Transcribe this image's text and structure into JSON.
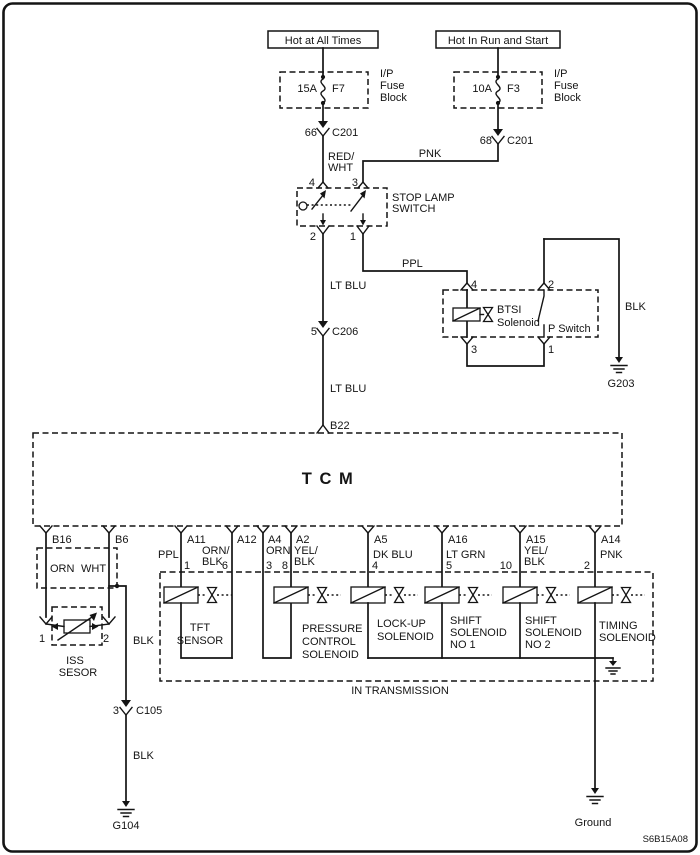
{
  "doc": {
    "code": "S6B15A08",
    "ink": "#141414",
    "bg": "#ffffff"
  },
  "feeds": {
    "left": {
      "source": "Hot at All Times",
      "fuse_rating": "15A",
      "fuse_name": "F7",
      "fuse_block": [
        "I/P",
        "Fuse",
        "Block"
      ],
      "conn_pin": "66",
      "conn_name": "C201",
      "wire_color": [
        "RED/",
        "WHT"
      ]
    },
    "right": {
      "source": "Hot In Run and Start",
      "fuse_rating": "10A",
      "fuse_name": "F3",
      "fuse_block": [
        "I/P",
        "Fuse",
        "Block"
      ],
      "conn_pin": "68",
      "conn_name": "C201",
      "wire_color": "PNK"
    }
  },
  "stop_lamp_switch": {
    "label": [
      "STOP LAMP",
      "SWITCH"
    ],
    "pin_top_left": "4",
    "pin_top_right": "3",
    "pin_bottom_left": "2",
    "pin_bottom_right": "1"
  },
  "brake_circuit": {
    "wire_ppl": "PPL",
    "lt_blu_upper": "LT BLU",
    "conn_pin": "5",
    "conn_name": "C206",
    "lt_blu_lower": "LT BLU",
    "tcm_pin_top": "B22"
  },
  "btsi": {
    "pin_top_left": "4",
    "pin_top_right": "2",
    "pin_bottom_left": "3",
    "pin_bottom_right": "1",
    "solenoid_label": [
      "BTSI",
      "Solenoid"
    ],
    "switch_label": "P Switch",
    "ground_wire": "BLK",
    "ground_name": "G203"
  },
  "tcm": {
    "label": "T C M",
    "pins": [
      "B16",
      "B6",
      "A11",
      "A12",
      "A4",
      "A2",
      "A5",
      "A16",
      "A15",
      "A14"
    ]
  },
  "iss": {
    "wire_left": "ORN",
    "wire_right": "WHT",
    "pin_left": "1",
    "pin_right": "2",
    "label": [
      "ISS",
      "SESOR"
    ],
    "ground_wire_upper": "BLK",
    "conn_pin": "3",
    "conn_name": "C105",
    "ground_wire_lower": "BLK",
    "ground_name": "G104"
  },
  "transmission": {
    "label": "IN TRANSMISSION",
    "ground_label": "Ground",
    "columns": [
      {
        "wire": [
          "PPL"
        ],
        "pin": "1"
      },
      {
        "wire": [
          "ORN/",
          "BLK"
        ],
        "pin": "6"
      },
      {
        "wire": [
          "ORN"
        ],
        "pin": "3"
      },
      {
        "wire": [
          "YEL/",
          "BLK"
        ],
        "pin": "8"
      },
      {
        "wire": [
          "DK BLU"
        ],
        "pin": "4"
      },
      {
        "wire": [
          "LT GRN"
        ],
        "pin": "5"
      },
      {
        "wire": [
          "YEL/",
          "BLK"
        ],
        "pin": "10"
      },
      {
        "wire": [
          "PNK"
        ],
        "pin": "2"
      }
    ],
    "devices": [
      {
        "name": [
          "TFT",
          "SENSOR"
        ]
      },
      {
        "name": [
          "PRESSURE",
          "CONTROL",
          "SOLENOID"
        ]
      },
      {
        "name": [
          "LOCK-UP",
          "SOLENOID"
        ]
      },
      {
        "name": [
          "SHIFT",
          "SOLENOID",
          "NO 1"
        ]
      },
      {
        "name": [
          "SHIFT",
          "SOLENOID",
          "NO 2"
        ]
      },
      {
        "name": [
          "TIMING",
          "SOLENOID"
        ]
      }
    ]
  }
}
